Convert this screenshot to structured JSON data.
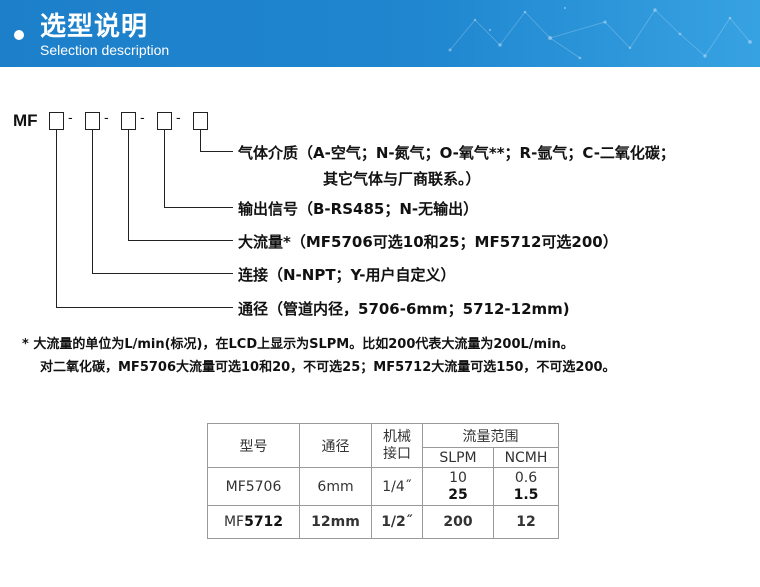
{
  "header": {
    "title_cn": "选型说明",
    "title_en": "Selection description"
  },
  "code": {
    "prefix": "MF",
    "separator": "-"
  },
  "descriptions": {
    "medium_line1": "气体介质（A-空气；N-氮气；O-氧气**；R-氩气；C-二氧化碳；",
    "medium_line2": "其它气体与厂商联系。）",
    "signal": "输出信号（B-RS485；N-无输出）",
    "flow": "大流量*（MF5706可选10和25；MF5712可选200）",
    "connection": "连接（N-NPT；Y-用户自定义）",
    "diameter": "通径（管道内径，5706-6mm；5712-12mm)"
  },
  "notes": {
    "line1": "*  大流量的单位为L/min(标况)，在LCD上显示为SLPM。比如200代表大流量为200L/min。",
    "line2": "对二氧化碳，MF5706大流量可选10和20，不可选25；MF5712大流量可选150，不可选200。"
  },
  "table": {
    "headers": {
      "model": "型号",
      "diameter": "通径",
      "mech_line1": "机械",
      "mech_line2": "接口",
      "range": "流量范围",
      "slpm": "SLPM",
      "ncmh": "NCMH"
    },
    "rows": [
      {
        "model": "MF5706",
        "diameter": "6mm",
        "interface": "1/4˝",
        "slpm_a": "10",
        "slpm_b": "25",
        "ncmh_a": "0.6",
        "ncmh_b": "1.5"
      },
      {
        "model_prefix": "MF",
        "model_suffix": "5712",
        "diameter": "12mm",
        "interface": "1/2˝",
        "slpm": "200",
        "ncmh": "12"
      }
    ]
  }
}
